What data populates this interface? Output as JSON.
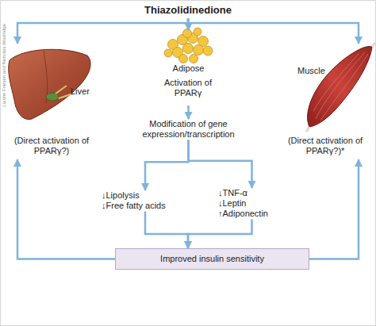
{
  "diagram": {
    "nodes": [
      {
        "text": [
          "Thiazolidinedione"
        ]
      },
      {
        "text": [
          "Liver",
          "(Direct activation of PPARγ?)"
        ]
      },
      {
        "text": [
          "Adipose",
          "Activation of PPARγ"
        ]
      },
      {
        "text": [
          "Muscle",
          "(Direct activation of PPARγ?)*"
        ]
      },
      {
        "text": [
          "Modification of gene expression/transcription"
        ]
      },
      {
        "text": [
          "↓Lipolysis",
          "↓Free fatty acids"
        ]
      },
      {
        "text": [
          "↓TNF-α",
          "↓Leptin",
          "↑Adiponectin"
        ]
      },
      {
        "text": [
          "Improved insulin sensitivity"
        ]
      }
    ],
    "edges": [
      {
        "from": 0,
        "to": 1,
        "arrow": "to"
      },
      {
        "from": 0,
        "to": 2,
        "arrow": "to"
      },
      {
        "from": 0,
        "to": 3,
        "arrow": "to"
      },
      {
        "from": 2,
        "to": 4,
        "arrow": "to"
      },
      {
        "from": 4,
        "to": 5,
        "arrow": "to"
      },
      {
        "from": 4,
        "to": 6,
        "arrow": "to"
      },
      {
        "from": 5,
        "to": 7,
        "arrow": "to"
      },
      {
        "from": 6,
        "to": 7,
        "arrow": "to"
      },
      {
        "from": 7,
        "to": 1,
        "arrow": "to"
      },
      {
        "from": 7,
        "to": 3,
        "arrow": "to"
      }
    ],
    "labels": [
      "Lianne Friesen and Nicholas Woolridge"
    ]
  }
}
